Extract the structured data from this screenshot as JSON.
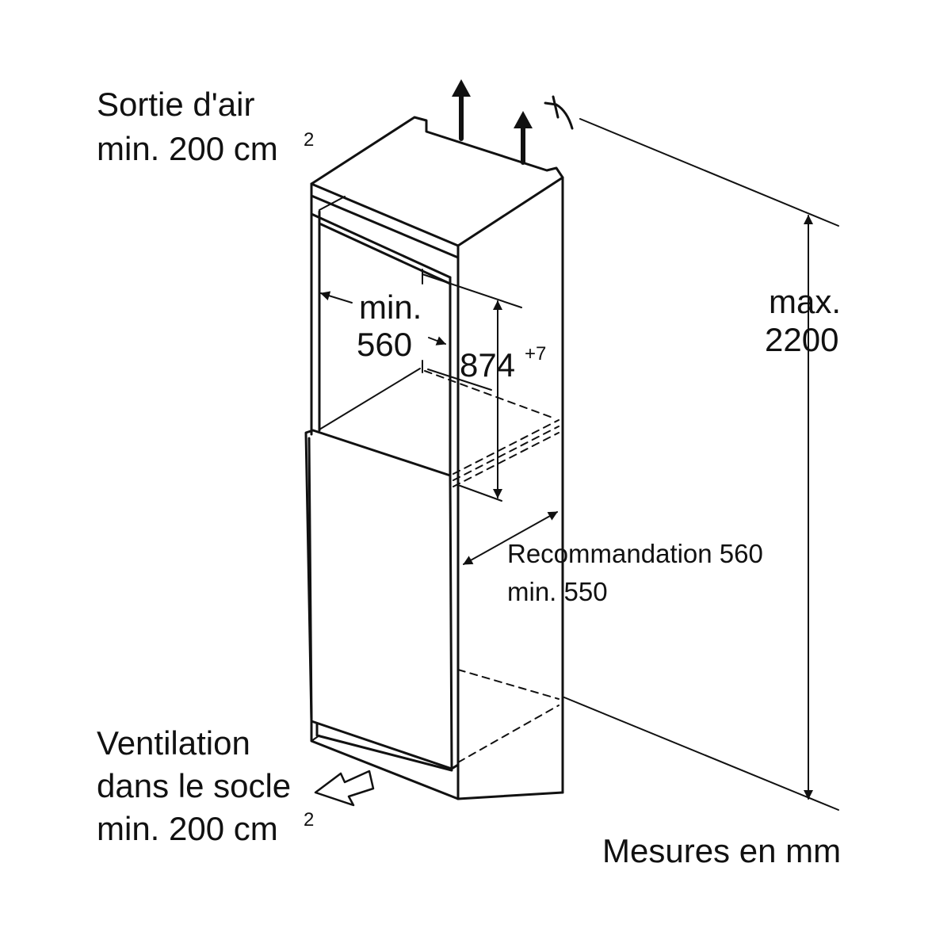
{
  "labels": {
    "air_outlet_line1": "Sortie d'air",
    "air_outlet_line2": "min. 200 cm",
    "air_outlet_sup": "2",
    "niche_width_line1": "min.",
    "niche_width_line2": "560",
    "door_height": "874",
    "door_height_sup": "+7",
    "max_height_line1": "max.",
    "max_height_line2": "2200",
    "depth_line1": "Recommandation 560",
    "depth_line2": "min. 550",
    "plinth_line1": "Ventilation",
    "plinth_line2": "dans le socle",
    "plinth_line3": "min. 200 cm",
    "plinth_sup": "2",
    "units_note": "Mesures en mm"
  },
  "icons": [
    "air-arrow-up-icon",
    "cabinet-top-marker-icon",
    "plinth-inlet-arrow-icon",
    "dimension-arrow-icon"
  ],
  "colors": {
    "line": "#111111",
    "background": "#ffffff"
  }
}
